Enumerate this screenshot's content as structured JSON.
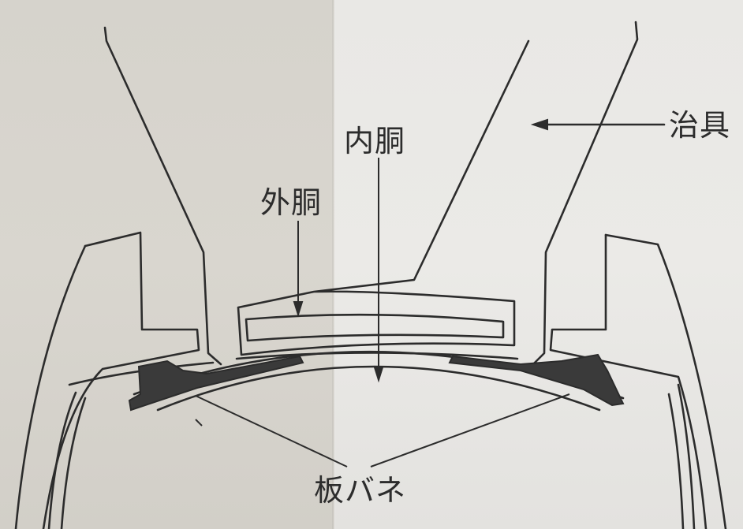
{
  "labels": {
    "jig": "治具",
    "inner_body": "内胴",
    "outer_body": "外胴",
    "leaf_spring": "板バネ"
  },
  "colors": {
    "ink": "#2c2c2c",
    "paper_left": "#d8d5ce",
    "paper_right": "#eae9e6"
  }
}
